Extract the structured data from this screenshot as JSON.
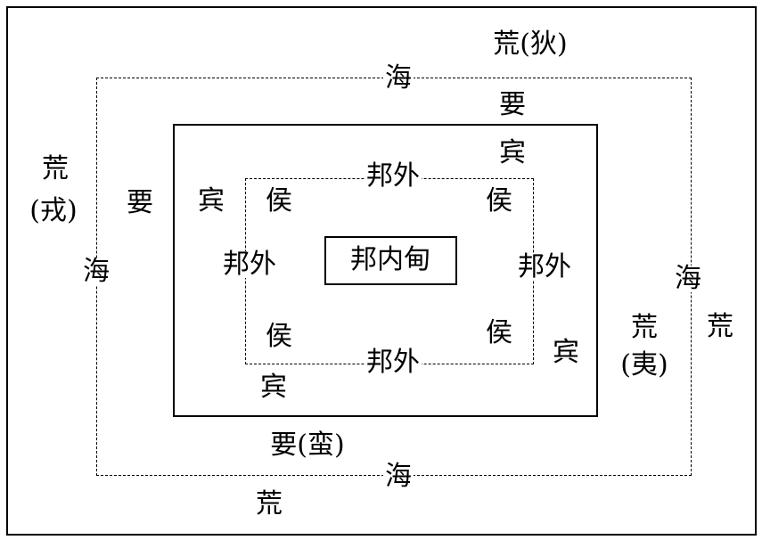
{
  "labels": {
    "huang_di": "荒(狄)",
    "hai_top": "海",
    "yao_top": "要",
    "bin_top": "宾",
    "bangwai_top": "邦外",
    "huang_rong_1": "荒",
    "huang_rong_2": "(戎)",
    "yao_left": "要",
    "bin_left": "宾",
    "hou_tl": "侯",
    "hou_tr": "侯",
    "hai_left": "海",
    "bangwai_left": "邦外",
    "bangnei": "邦内甸",
    "bangwai_right": "邦外",
    "hai_right": "海",
    "huang_right": "荒",
    "huang_yi_1": "荒",
    "huang_yi_2": "(夷)",
    "hou_bl": "侯",
    "hou_br": "侯",
    "bangwai_bottom": "邦外",
    "bin_right": "宾",
    "bin_bottom": "宾",
    "yao_man": "要(蛮)",
    "hai_bottom": "海",
    "huang_bottom": "荒"
  }
}
